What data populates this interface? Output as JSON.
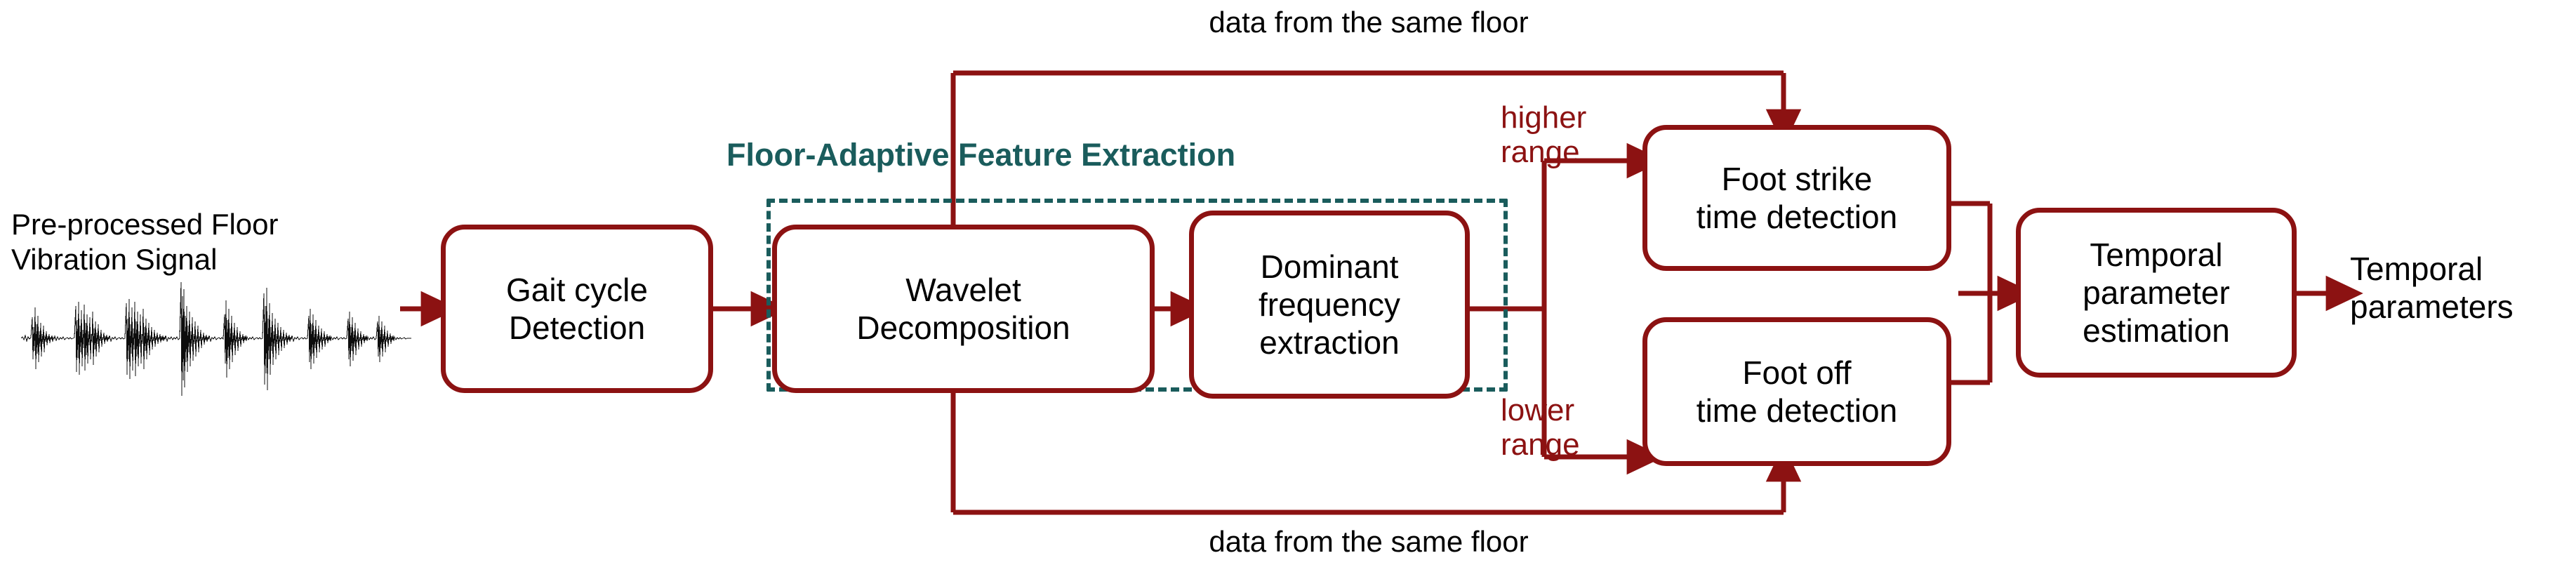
{
  "diagram": {
    "title": "Floor vibration gait temporal parameter estimation pipeline",
    "colors": {
      "node_border": "#8c1212",
      "group_border": "#1a5c5c",
      "group_title": "#1a5c5c",
      "arrow": "#8c1212",
      "text": "#000000",
      "background": "#ffffff",
      "waveform": "#000000"
    },
    "group": {
      "title": "Floor-Adaptive Feature Extraction",
      "style": "dashed"
    },
    "input": {
      "label": "Pre-processed Floor\nVibration Signal",
      "icon": "waveform-signal"
    },
    "output": {
      "label": "Temporal\nparameters"
    },
    "nodes": [
      {
        "id": "gait-cycle-detection",
        "label": "Gait cycle\nDetection"
      },
      {
        "id": "wavelet-decomposition",
        "label": "Wavelet\nDecomposition"
      },
      {
        "id": "dominant-frequency-extraction",
        "label": "Dominant\nfrequency\nextraction"
      },
      {
        "id": "foot-strike-time-detection",
        "label": "Foot strike\ntime detection"
      },
      {
        "id": "foot-off-time-detection",
        "label": "Foot off\ntime detection"
      },
      {
        "id": "temporal-parameter-estimation",
        "label": "Temporal\nparameter\nestimation"
      }
    ],
    "branch_labels": {
      "higher": "higher\nrange",
      "lower": "lower\nrange"
    },
    "feedback_labels": {
      "top": "data from the same floor",
      "bottom": "data from the same floor"
    }
  }
}
